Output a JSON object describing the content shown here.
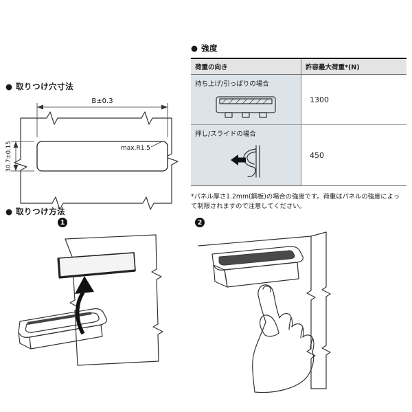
{
  "strength": {
    "title": "● 強度",
    "table": {
      "headers": [
        "荷重の向き",
        "許容最大荷重*(N)"
      ],
      "rows": [
        {
          "case": "持ち上げ/引っぱりの場合",
          "value": "1300",
          "icon": "handle-front-section-icon"
        },
        {
          "case": "押し/スライドの場合",
          "value": "450",
          "icon": "handle-side-push-icon"
        }
      ]
    },
    "footnote": "*パネル厚さ1.2mm(鋼板)の場合の強度です。荷重はパネルの強度によって制限されますので注意してください。"
  },
  "hole_dimensions": {
    "title": "● 取りつけ穴寸法",
    "labels": {
      "width": "B±0.3",
      "radius": "max.R1.5",
      "height": "30.7±0.15"
    }
  },
  "mounting": {
    "title": "● 取りつけ方法",
    "steps": [
      {
        "number": "1",
        "icon": "insert-handle-illustration"
      },
      {
        "number": "2",
        "icon": "press-handle-illustration"
      }
    ]
  },
  "colors": {
    "table_header_bg": "#e4e4e4",
    "table_cell_bg": "#dde4e9",
    "line_art": "#333333",
    "step_badge": "#111111"
  }
}
